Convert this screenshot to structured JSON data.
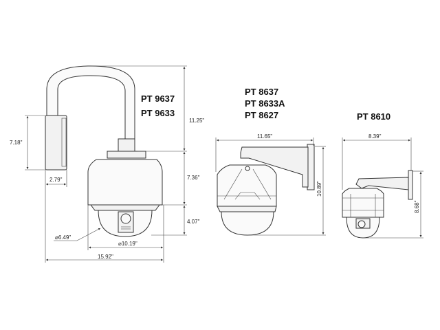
{
  "models": {
    "left": [
      "PT 9637",
      "PT 9633"
    ],
    "middle": [
      "PT 8637",
      "PT 8633A",
      "PT 8627"
    ],
    "right": [
      "PT 8610"
    ]
  },
  "dimensions": {
    "left": {
      "total_height": "11.25\"",
      "housing_height": "7.36\"",
      "dome_height": "4.07\"",
      "mount_height": "7.18\"",
      "mount_depth": "2.79\"",
      "dome_diameter": "⌀6.49\"",
      "housing_diameter": "⌀10.19\"",
      "total_width": "15.92\""
    },
    "middle": {
      "width": "11.65\"",
      "height": "10.89\""
    },
    "right": {
      "width": "8.39\"",
      "height": "8.68\""
    }
  }
}
